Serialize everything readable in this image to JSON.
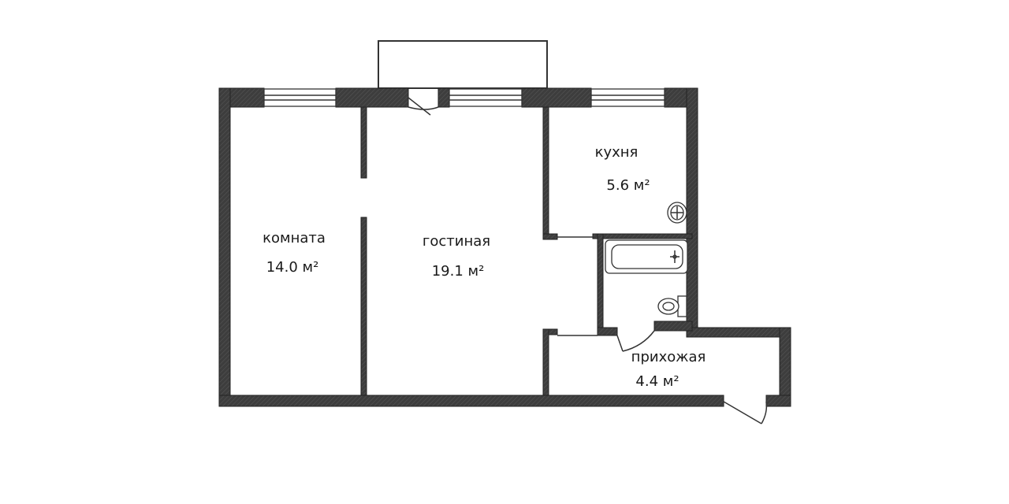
{
  "rooms": [
    {
      "id": "komnata",
      "name": "комната",
      "area": "14.0 м²"
    },
    {
      "id": "gostinaya",
      "name": "гостиная",
      "area": "19.1 м²"
    },
    {
      "id": "kukhnya",
      "name": "кухня",
      "area": "5.6 м²"
    },
    {
      "id": "prikhozhaya",
      "name": "прихожая",
      "area": "4.4 м²"
    }
  ],
  "fixtures": [
    "bathtub-icon",
    "toilet-icon",
    "sink-icon",
    "kitchen-sink-icon"
  ],
  "colors": {
    "wall": "#3a3a3a",
    "background": "#ffffff"
  }
}
